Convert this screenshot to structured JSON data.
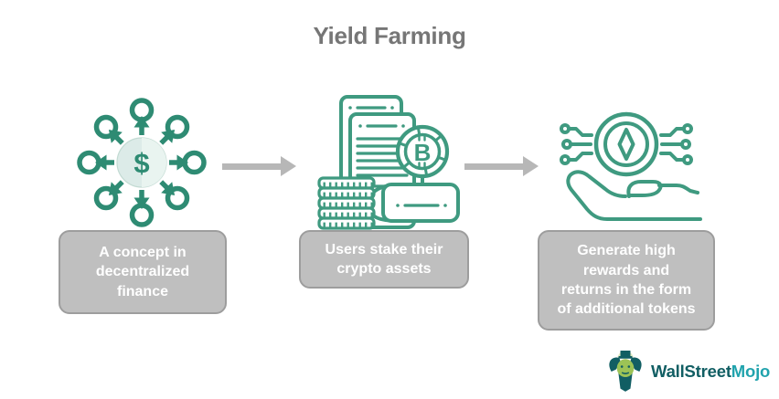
{
  "title": "Yield Farming",
  "steps": [
    {
      "name": "decentralized-finance",
      "icon": "dollar-distribution-network-icon",
      "caption": "A concept in\ndecentralized\nfinance"
    },
    {
      "name": "stake-crypto-assets",
      "icon": "documents-bitcoin-coins-card-icon",
      "caption": "Users stake their\ncrypto assets"
    },
    {
      "name": "generate-rewards",
      "icon": "hand-holding-digital-token-icon",
      "caption": "Generate high\nrewards and\nreturns in the form\nof additional tokens"
    }
  ],
  "connectors": [
    {
      "type": "arrow-right"
    },
    {
      "type": "arrow-right"
    }
  ],
  "symbols": {
    "dollar": "$",
    "bitcoin": "B"
  },
  "logo": {
    "icon": "wallstreetmojo-bull-icon",
    "text_primary": "WallStreet",
    "text_secondary": "Mojo"
  },
  "colors": {
    "icon_teal_dark": "#2e8b73",
    "icon_teal": "#3f9a80",
    "title_gray": "#767676",
    "box_fill": "#bfbfbf",
    "box_border": "#9d9d9d",
    "box_text": "#ffffff",
    "arrow_gray": "#b7b7b7",
    "logo_dark_teal": "#115e63",
    "logo_light_teal": "#21a3ad",
    "bull_face_green": "#9cc356"
  }
}
